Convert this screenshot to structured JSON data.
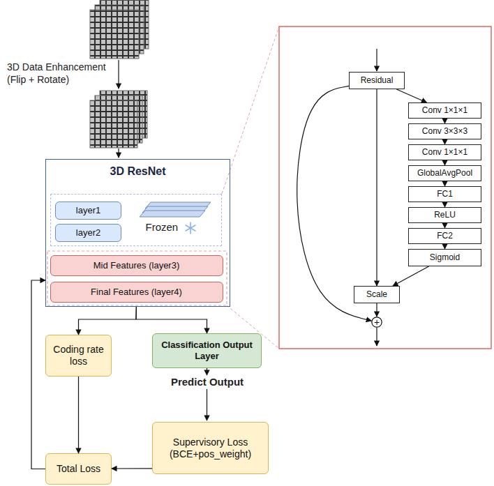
{
  "diagram": {
    "nodes": [
      {
        "text": [
          "3D ResNet"
        ]
      },
      {
        "text": [
          "Frozen"
        ],
        "in": 0
      },
      {
        "text": [
          "layer1"
        ],
        "in": 1
      },
      {
        "text": [
          "layer2"
        ],
        "in": 1
      },
      {
        "text": [
          "Mid Features (layer3)"
        ],
        "in": 0
      },
      {
        "text": [
          "Final Features (layer4)"
        ],
        "in": 0
      },
      {
        "text": [
          "Coding rate loss"
        ]
      },
      {
        "text": [
          "Classification Output Layer"
        ]
      },
      {
        "text": [
          "Supervisory Loss (BCE+pos_weight)"
        ]
      },
      {
        "text": [
          "Total Loss"
        ]
      },
      {
        "text": [
          "Residual"
        ]
      },
      {
        "text": [
          "Conv 1×1×1"
        ]
      },
      {
        "text": [
          "Conv 3×3×3"
        ]
      },
      {
        "text": [
          "Conv 1×1×1"
        ]
      },
      {
        "text": [
          "GlobalAvgPool"
        ]
      },
      {
        "text": [
          "FC1"
        ]
      },
      {
        "text": [
          "ReLU"
        ]
      },
      {
        "text": [
          "FC2"
        ]
      },
      {
        "text": [
          "Sigmoid"
        ]
      },
      {
        "text": [
          "Scale"
        ]
      },
      {
        "text": [
          "+"
        ]
      }
    ],
    "edges": [
      {
        "from": 0,
        "to": 6,
        "arrow": "to"
      },
      {
        "from": 0,
        "to": 7,
        "arrow": "to"
      },
      {
        "from": 6,
        "to": 9,
        "arrow": "to"
      },
      {
        "from": 8,
        "to": 9,
        "arrow": "to"
      },
      {
        "from": 9,
        "to": 0,
        "arrow": "to"
      },
      {
        "from": 10,
        "to": 11,
        "arrow": "to"
      },
      {
        "from": 11,
        "to": 12,
        "arrow": "to"
      },
      {
        "from": 12,
        "to": 13,
        "arrow": "to"
      },
      {
        "from": 13,
        "to": 14,
        "arrow": "to"
      },
      {
        "from": 14,
        "to": 15,
        "arrow": "to"
      },
      {
        "from": 15,
        "to": 16,
        "arrow": "to"
      },
      {
        "from": 16,
        "to": 17,
        "arrow": "to"
      },
      {
        "from": 17,
        "to": 18,
        "arrow": "to"
      },
      {
        "from": 18,
        "to": 19,
        "arrow": "to"
      },
      {
        "from": 10,
        "to": 19,
        "arrow": "to"
      },
      {
        "from": 10,
        "to": 20,
        "arrow": "to"
      },
      {
        "from": 19,
        "to": 20,
        "arrow": "to"
      }
    ],
    "labels": [
      "3D Data Enhancement (Flip + Rotate)",
      "Predict Output"
    ]
  }
}
